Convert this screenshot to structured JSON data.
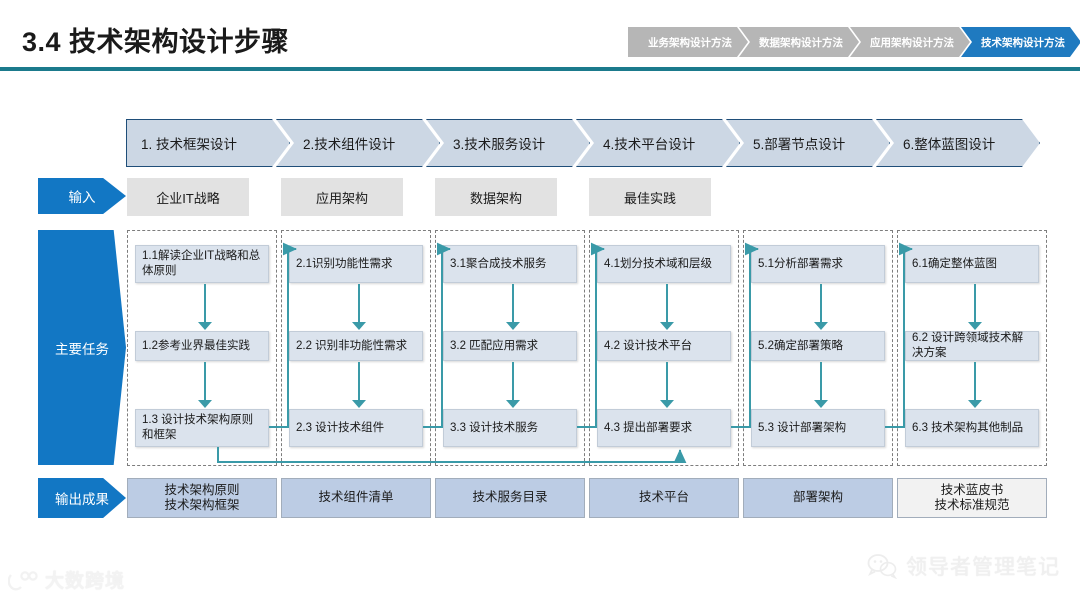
{
  "header": {
    "title": "3.4 技术架构设计步骤",
    "rule_color": "#1b7a8c",
    "breadcrumbs": [
      {
        "label": "业务架构设计方法",
        "active": false
      },
      {
        "label": "数据架构设计方法",
        "active": false
      },
      {
        "label": "应用架构设计方法",
        "active": false
      },
      {
        "label": "技术架构设计方法",
        "active": true
      }
    ]
  },
  "process_steps": [
    {
      "label": "1. 技术框架设计"
    },
    {
      "label": "2.技术组件设计"
    },
    {
      "label": "3.技术服务设计"
    },
    {
      "label": "4.技术平台设计"
    },
    {
      "label": "5.部署节点设计"
    },
    {
      "label": "6.整体蓝图设计"
    }
  ],
  "bands": {
    "input": "输入",
    "tasks": "主要任务",
    "output": "输出成果"
  },
  "inputs": [
    {
      "label": "企业IT战略"
    },
    {
      "label": "应用架构"
    },
    {
      "label": "数据架构"
    },
    {
      "label": "最佳实践"
    }
  ],
  "task_columns": [
    {
      "tasks": [
        "1.1解读企业IT战略和总体原则",
        "1.2参考业界最佳实践",
        "1.3 设计技术架构原则和框架"
      ]
    },
    {
      "tasks": [
        "2.1识别功能性需求",
        "2.2 识别非功能性需求",
        "2.3 设计技术组件"
      ]
    },
    {
      "tasks": [
        "3.1聚合成技术服务",
        "3.2 匹配应用需求",
        "3.3 设计技术服务"
      ]
    },
    {
      "tasks": [
        "4.1划分技术域和层级",
        "4.2 设计技术平台",
        "4.3 提出部署要求"
      ]
    },
    {
      "tasks": [
        "5.1分析部署需求",
        "5.2确定部署策略",
        "5.3 设计部署架构"
      ]
    },
    {
      "tasks": [
        "6.1确定整体蓝图",
        "6.2 设计跨领域技术解决方案",
        "6.3 技术架构其他制品"
      ]
    }
  ],
  "outputs": [
    {
      "lines": [
        "技术架构原则",
        "技术架构框架"
      ]
    },
    {
      "lines": [
        "技术组件清单"
      ]
    },
    {
      "lines": [
        "技术服务目录"
      ]
    },
    {
      "lines": [
        "技术平台"
      ]
    },
    {
      "lines": [
        "部署架构"
      ]
    },
    {
      "lines": [
        "技术蓝皮书",
        "技术标准规范"
      ]
    }
  ],
  "watermarks": {
    "left": "大数跨境",
    "right": "领导者管理笔记"
  },
  "colors": {
    "accent_blue": "#1277c4",
    "chevron_fill": "#ccd7e4",
    "chevron_border": "#1f4e79",
    "teal": "#3a9aa8",
    "task_fill": "#dbe3ed",
    "output_fill": "#bccce4",
    "input_fill": "#e2e2e2",
    "crumb_inactive": "#b6b6b6",
    "crumb_active": "#1f7ac0"
  }
}
